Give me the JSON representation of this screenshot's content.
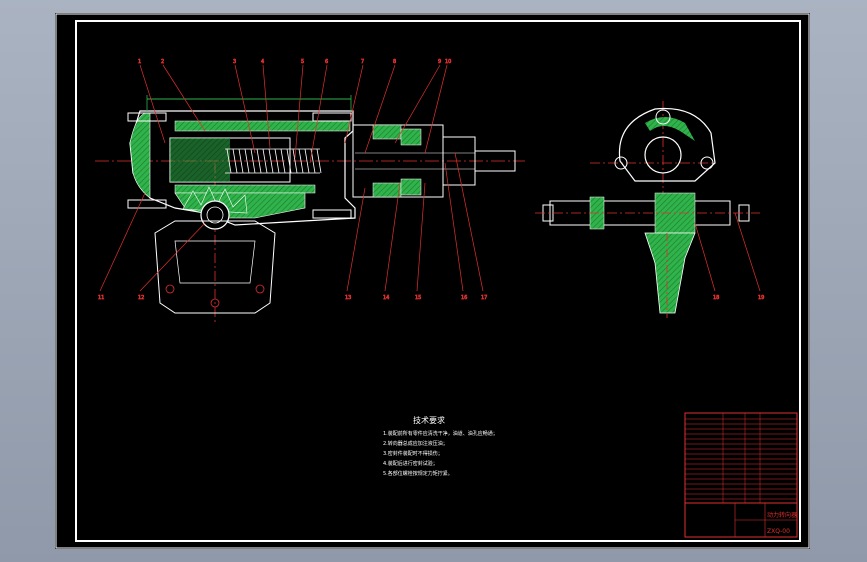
{
  "drawing": {
    "notes_title": "技术要求",
    "notes": [
      "1.装配前所有零件应清洗干净，油道、油孔应畅通；",
      "2.转向器总成应加注液压油；",
      "3.密封件装配时不得损伤；",
      "4.装配后进行密封试验；",
      "5.各部位螺栓按规定力矩拧紧。"
    ],
    "balloons_top": [
      "1",
      "2",
      "3",
      "4",
      "5",
      "6",
      "7",
      "8",
      "9",
      "10"
    ],
    "balloons_bottom": [
      "11",
      "12",
      "13",
      "14",
      "15",
      "16",
      "17"
    ],
    "balloons_right": [
      "18",
      "19"
    ],
    "title_block": {
      "drawing_name": "动力转向器",
      "drawing_no": "ZXQ-00"
    }
  },
  "colors": {
    "sheet": "#000000",
    "outline": "#ffffff",
    "hatch_green": "#2fb34a",
    "centerline_red": "#e0302e",
    "title_red": "#e0302e",
    "frame_bg": "#9aa3b2"
  }
}
